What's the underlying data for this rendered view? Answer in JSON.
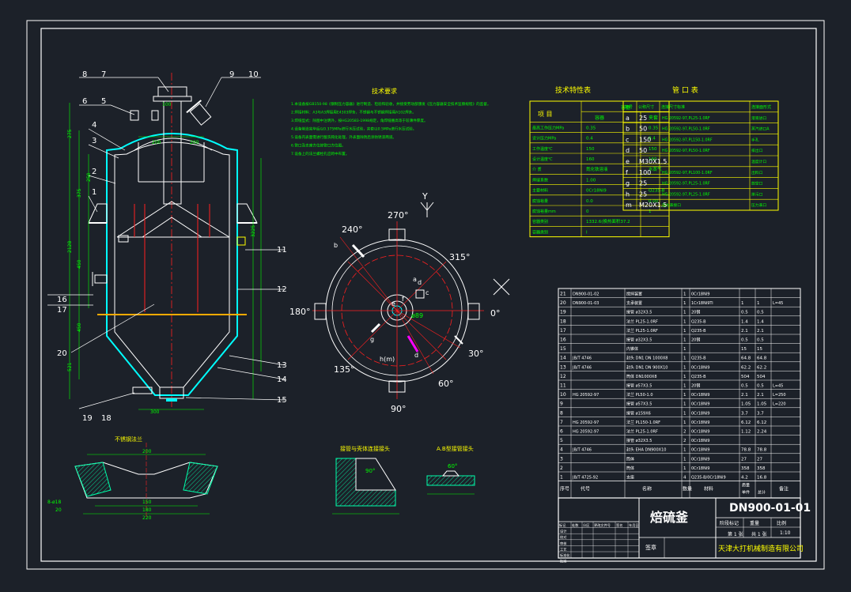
{
  "colors": {
    "background": "#1c2129",
    "frame": "#ffffff",
    "dimension": "#00ff00",
    "vessel_wall": "#00ffff",
    "center_line": "#ff2020",
    "table_line": "#ffff00",
    "hatch": "#00ffaa",
    "accent": "#ff00ff"
  },
  "leaders": {
    "top": [
      "8",
      "7",
      "9",
      "10"
    ],
    "left": [
      "6",
      "5",
      "4",
      "3",
      "2",
      "1",
      "16",
      "17",
      "20",
      "19",
      "18"
    ],
    "right": [
      "11",
      "12",
      "13",
      "14",
      "15"
    ]
  },
  "elevation_dims": {
    "left": [
      "275",
      "375",
      "250",
      "2128",
      "450",
      "450",
      "521",
      "3225"
    ],
    "top": [
      "100",
      "200",
      "200"
    ],
    "bottom": [
      "300",
      "200"
    ]
  },
  "tech_requirements": {
    "title": "技术要求",
    "lines": [
      "1.本设备按GB150-98《钢制压力容器》进行制造、检验和验收，并接受劳动部颁发《压力容器安全技术监察规程》的监督。",
      "2.焊接材料：A3与A3焊接用E4303焊条，不锈钢与不锈钢焊接用A102焊条。",
      "3.焊缝型式：除图中注明外，按HG20583-1998规定，角焊缝腰高等于较薄件厚度。",
      "4.设备制造完毕后以0.375MPa进行水压试验，夹套以0.5MPa进行水压试验。",
      "5.设备内表面需进行酸洗钝化处理，外表面除锈后涂防锈漆两道。",
      "6.管口及支座方位按管口方位图。",
      "7.设备上的法兰螺栓孔应跨中布置。"
    ]
  },
  "tech_table": {
    "title": "技术特性表",
    "col_header": "项 目",
    "sub_headers": [
      "容器",
      "夹套"
    ],
    "rows": [
      {
        "label": "最高工作压力MPa",
        "v1": "0.35",
        "v2": "0.35"
      },
      {
        "label": "设计压力MPa",
        "v1": "0.4",
        "v2": "0.4"
      },
      {
        "label": "工作温度℃",
        "v1": "150",
        "v2": "150"
      },
      {
        "label": "设计温度℃",
        "v1": "160",
        "v2": "160"
      },
      {
        "label": "介 质",
        "v1": "氮化铁溶液",
        "v2": "水蒸气"
      },
      {
        "label": "焊缝系数",
        "v1": "1.00",
        "v2": ""
      },
      {
        "label": "主要材料",
        "v1": "0Cr18Ni9",
        "v2": "Q235-B"
      },
      {
        "label": "腐蚀裕量",
        "v1": "0.0",
        "v2": "0.00"
      },
      {
        "label": "腐蚀裕量mm",
        "v1": "0",
        "v2": "1"
      },
      {
        "label": "容器类别",
        "v1": "1332.6(换热面积37.2",
        "v2": ""
      },
      {
        "label": "容器类别",
        "v1": "I",
        "v2": ""
      }
    ]
  },
  "nozzle_table": {
    "title": "管 口 表",
    "headers": [
      "符号",
      "公称尺寸",
      "连接尺寸标准",
      "连接面形式"
    ],
    "rows": [
      {
        "sym": "a",
        "dn": "25",
        "std": "HG 20592-97,PL25-1.0RF",
        "use": "溶液进口"
      },
      {
        "sym": "b",
        "dn": "50",
        "std": "HG 20592-97,PL50-1.0RF",
        "use": "蒸汽进口A"
      },
      {
        "sym": "c",
        "dn": "150",
        "std": "HG 20592-97,PL150-1.0RF",
        "use": "手孔"
      },
      {
        "sym": "d",
        "dn": "50",
        "std": "HG 20592-97,PL50-1.0RF",
        "use": "排出口"
      },
      {
        "sym": "e",
        "dn": "M30X1.5",
        "std": "",
        "use": "温度计口"
      },
      {
        "sym": "f",
        "dn": "100",
        "std": "HG 20592-97,PL100-1.0RF",
        "use": "出料口"
      },
      {
        "sym": "g",
        "dn": "25",
        "std": "HG 20592-97,PL25-1.0RF",
        "use": "放空口"
      },
      {
        "sym": "h",
        "dn": "25",
        "std": "HG 20592-97,PL25-1.0RF",
        "use": "排污口"
      },
      {
        "sym": "m",
        "dn": "M20X1.5",
        "std": "压力表接口",
        "use": "压力表口"
      }
    ]
  },
  "orientation": {
    "angles": [
      "270°",
      "315°",
      "0°",
      "30°",
      "60°",
      "90°",
      "135°",
      "180°",
      "240°"
    ],
    "letters": [
      "a",
      "b",
      "c",
      "d",
      "e",
      "f",
      "g",
      "h(m)",
      "d"
    ],
    "axis_y": "Y",
    "center_dim": "ø89"
  },
  "bom": {
    "rows": [
      {
        "no": "21",
        "code": "DN900-01-02",
        "name": "搅拌装置",
        "qty": "1",
        "mat": "0Cr18Ni9",
        "w1": "",
        "w2": "",
        "note": ""
      },
      {
        "no": "20",
        "code": "DN900-01-03",
        "name": "支承装置",
        "qty": "1",
        "mat": "1Cr18Ni9Ti",
        "w1": "1",
        "w2": "1",
        "note": "L=45"
      },
      {
        "no": "19",
        "code": "",
        "name": "接管 ø32X3.5",
        "qty": "1",
        "mat": "20钢",
        "w1": "0.5",
        "w2": "0.5",
        "note": ""
      },
      {
        "no": "18",
        "code": "",
        "name": "法兰 PL25-1.0RF",
        "qty": "1",
        "mat": "Q235-B",
        "w1": "1.4",
        "w2": "1.4",
        "note": ""
      },
      {
        "no": "17",
        "code": "",
        "name": "法兰 PL25-1.0RF",
        "qty": "1",
        "mat": "Q235-B",
        "w1": "2.1",
        "w2": "2.1",
        "note": ""
      },
      {
        "no": "16",
        "code": "",
        "name": "接管 ø32X3.5",
        "qty": "1",
        "mat": "20钢",
        "w1": "0.5",
        "w2": "0.5",
        "note": ""
      },
      {
        "no": "15",
        "code": "",
        "name": "内锥体",
        "qty": "1",
        "mat": "",
        "w1": "15",
        "w2": "15",
        "note": ""
      },
      {
        "no": "14",
        "code": "JB/T 4746",
        "name": "封头 DN1 DN 1000X8",
        "qty": "1",
        "mat": "Q235-B",
        "w1": "64.8",
        "w2": "64.8",
        "note": ""
      },
      {
        "no": "13",
        "code": "JB/T 4746",
        "name": "封头 DN1 DN 900X10",
        "qty": "1",
        "mat": "0Cr18Ni9",
        "w1": "62.2",
        "w2": "62.2",
        "note": ""
      },
      {
        "no": "12",
        "code": "",
        "name": "筒体 DN1000X8",
        "qty": "1",
        "mat": "Q235-B",
        "w1": "504",
        "w2": "504",
        "note": ""
      },
      {
        "no": "11",
        "code": "",
        "name": "接管 ø57X3.5",
        "qty": "1",
        "mat": "20钢",
        "w1": "0.5",
        "w2": "0.5",
        "note": "L=45"
      },
      {
        "no": "10",
        "code": "HG 20592-97",
        "name": "法兰 PL50-1.0",
        "qty": "1",
        "mat": "0Cr18Ni9",
        "w1": "2.1",
        "w2": "2.1",
        "note": "L=250"
      },
      {
        "no": "9",
        "code": "",
        "name": "接管 ø57X3.5",
        "qty": "1",
        "mat": "0Cr18Ni9",
        "w1": "1.05",
        "w2": "1.05",
        "note": "L=220"
      },
      {
        "no": "8",
        "code": "",
        "name": "接管 ø159X6",
        "qty": "1",
        "mat": "0Cr18Ni9",
        "w1": "3.7",
        "w2": "3.7",
        "note": ""
      },
      {
        "no": "7",
        "code": "HG 20592-97",
        "name": "法兰 PL150-1.0RF",
        "qty": "1",
        "mat": "0Cr18Ni9",
        "w1": "6.12",
        "w2": "6.12",
        "note": ""
      },
      {
        "no": "6",
        "code": "HG 20592-97",
        "name": "法兰 PL25-1.0RF",
        "qty": "2",
        "mat": "0Cr18Ni9",
        "w1": "1.12",
        "w2": "2.24",
        "note": ""
      },
      {
        "no": "5",
        "code": "",
        "name": "接管 ø32X3.5",
        "qty": "2",
        "mat": "0Cr18Ni9",
        "w1": "",
        "w2": "",
        "note": ""
      },
      {
        "no": "4",
        "code": "JB/T 4746",
        "name": "封头 EHA DN900X10",
        "qty": "1",
        "mat": "0Cr18Ni9",
        "w1": "78.8",
        "w2": "78.8",
        "note": ""
      },
      {
        "no": "3",
        "code": "",
        "name": "筒体",
        "qty": "1",
        "mat": "0Cr18Ni9",
        "w1": "27",
        "w2": "27",
        "note": ""
      },
      {
        "no": "2",
        "code": "",
        "name": "筒体",
        "qty": "1",
        "mat": "0Cr18Ni9",
        "w1": "358",
        "w2": "358",
        "note": ""
      },
      {
        "no": "1",
        "code": "JB/T 4725-92",
        "name": "支座",
        "qty": "4",
        "mat": "Q235-B/0Cr18Ni9",
        "w1": "4.2",
        "w2": "16.8",
        "note": ""
      }
    ],
    "headers": [
      "序号",
      "代号",
      "名称",
      "数量",
      "材料",
      "单件",
      "总计",
      "备注"
    ],
    "weight_header": "质量"
  },
  "title_block": {
    "drawing_name": "焙硫釜",
    "drawing_no": "DN900-01-01",
    "company": "天津大打机械制造有限公司",
    "scale": "1:10",
    "sheet_a": "第 1 张",
    "sheet_b": "共 1 张",
    "sign_label": "签字",
    "labels": [
      "标记",
      "处数",
      "分区",
      "更改文件号",
      "签名",
      "年月日"
    ],
    "roles": [
      "设计",
      "校对",
      "审核",
      "工艺",
      "标准化",
      "批准"
    ],
    "col_labels": [
      "阶段标记",
      "重量",
      "比例"
    ],
    "stamp": "签章"
  },
  "details": {
    "detail_a_title": "不锈钢法兰",
    "detail_a_dims": [
      "200",
      "150",
      "180",
      "220",
      "8-ø18",
      "20"
    ],
    "detail_b_title": "接管与壳体连接接头",
    "detail_b_angle": "90°",
    "detail_c_title": "A.B型接管接头",
    "detail_c_angle": "60°"
  }
}
